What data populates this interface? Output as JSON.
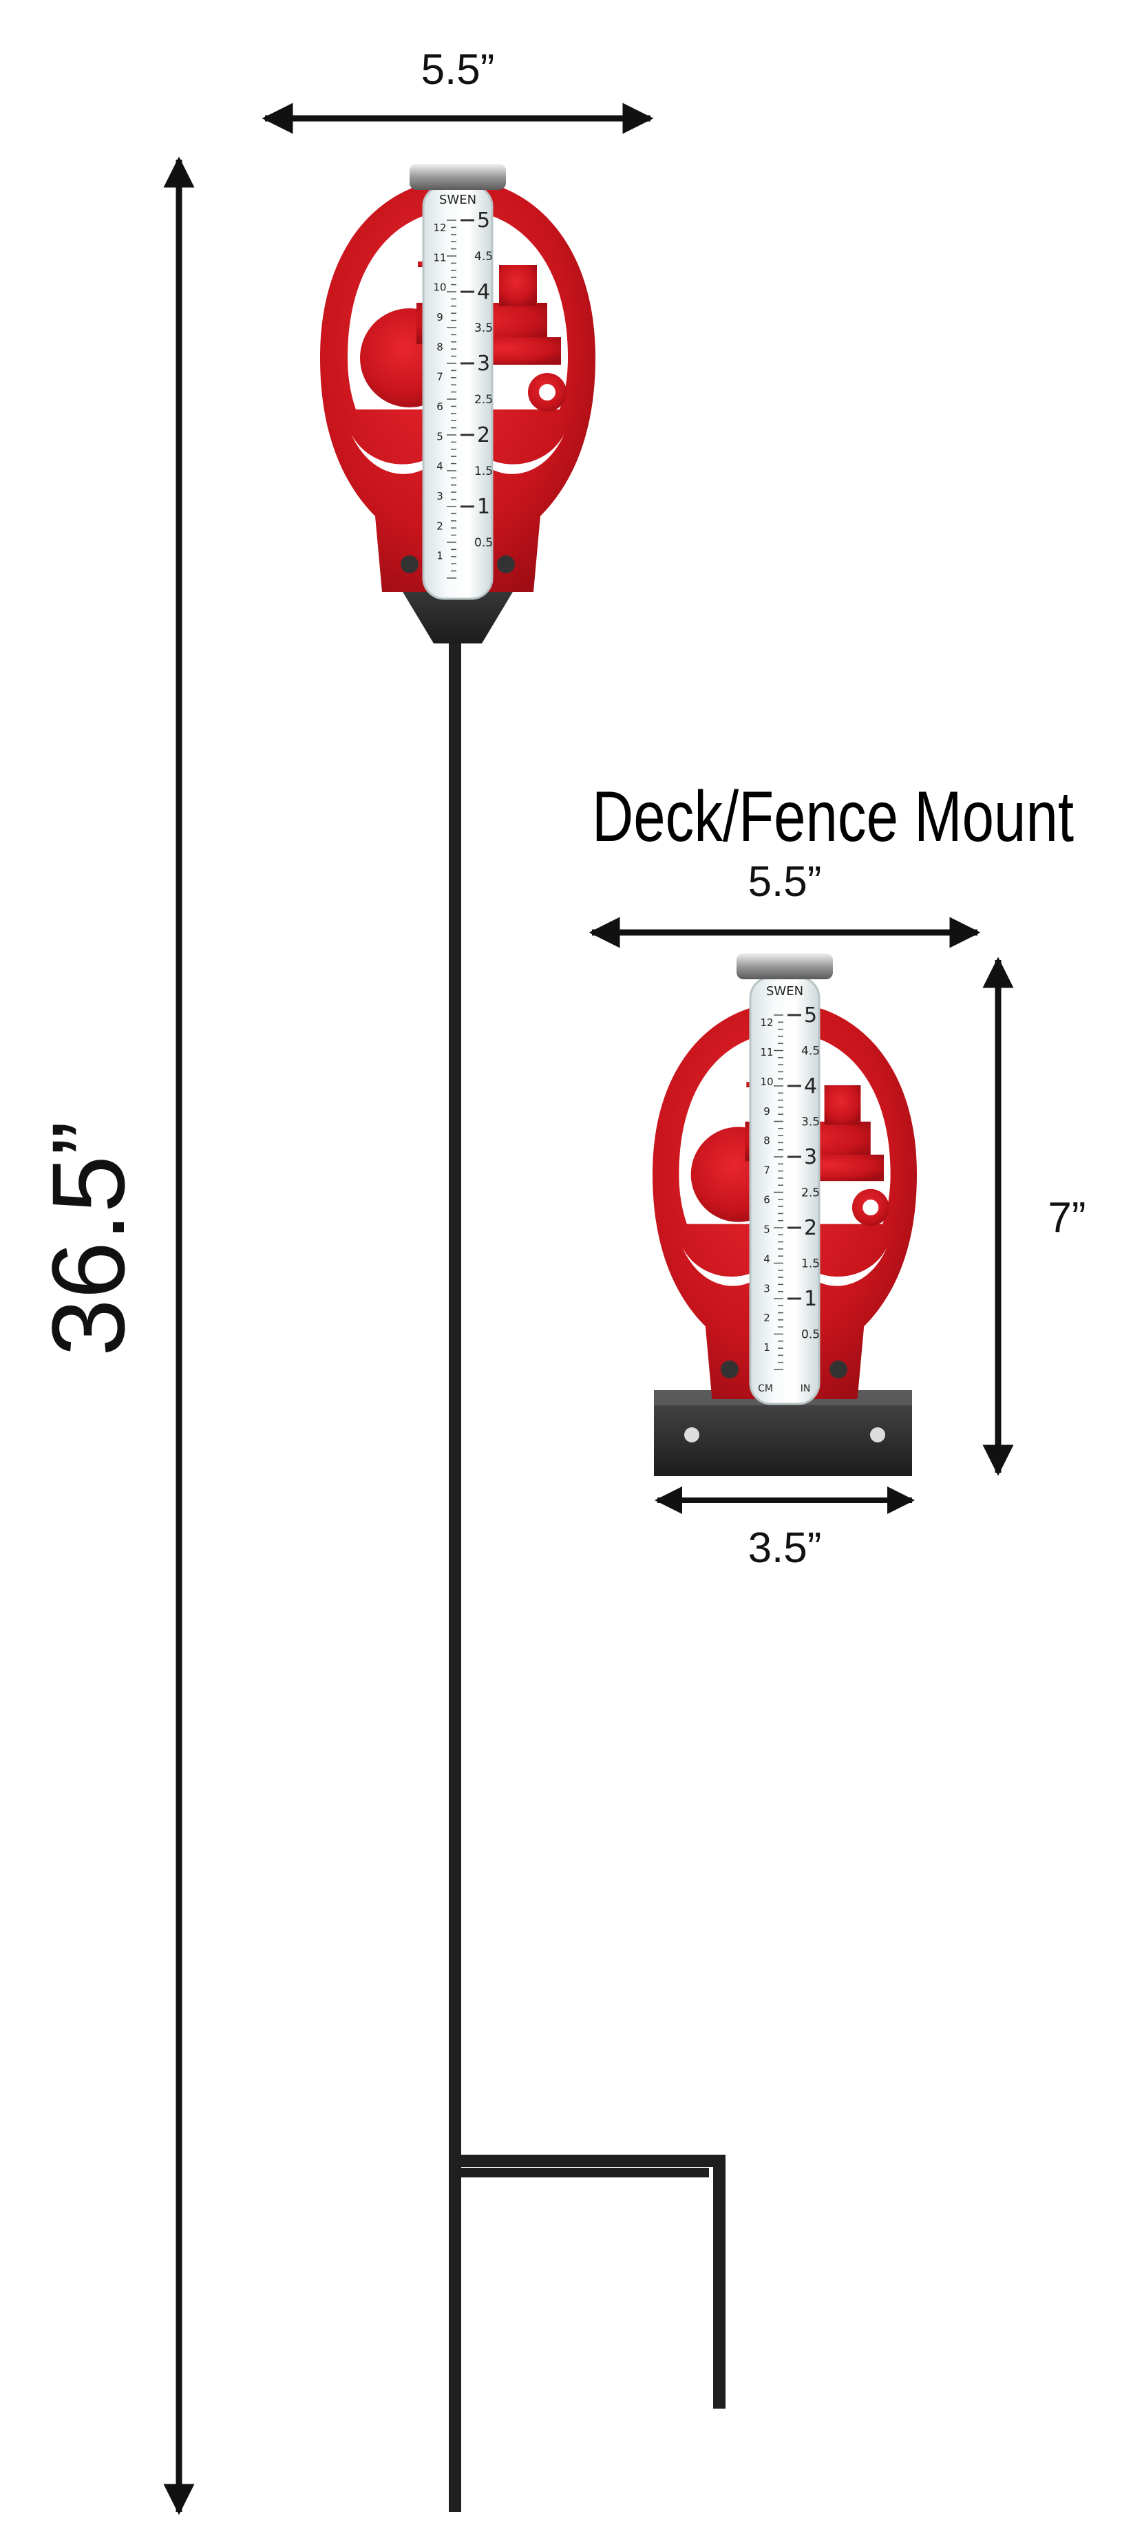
{
  "stake_product": {
    "width_label": "5.5”",
    "height_label": "36.5”",
    "logo_text": "SWEN",
    "tube_inches": [
      "5",
      "4",
      "3",
      "2",
      "1"
    ],
    "tube_halves": [
      "4.5",
      "3.5",
      "2.5",
      "1.5",
      "0.5"
    ],
    "tube_cm": [
      "12",
      "11",
      "10",
      "9",
      "8",
      "7",
      "6",
      "5",
      "4",
      "3",
      "2",
      "1"
    ]
  },
  "deck_product": {
    "title": "Deck/Fence Mount",
    "width_label": "5.5”",
    "height_label": "7”",
    "base_label": "3.5”",
    "logo_text": "SWEN",
    "tube_inches": [
      "5",
      "4",
      "3",
      "2",
      "1"
    ],
    "tube_halves": [
      "4.5",
      "3.5",
      "2.5",
      "1.5",
      "0.5"
    ],
    "tube_cm": [
      "12",
      "11",
      "10",
      "9",
      "8",
      "7",
      "6",
      "5",
      "4",
      "3",
      "2",
      "1"
    ],
    "cm_label": "CM",
    "in_label": "IN"
  },
  "colors": {
    "red": "#c8141c",
    "red_dark": "#8e0a10",
    "metal": "#2a2a2a",
    "glass": "#eef3f4"
  }
}
